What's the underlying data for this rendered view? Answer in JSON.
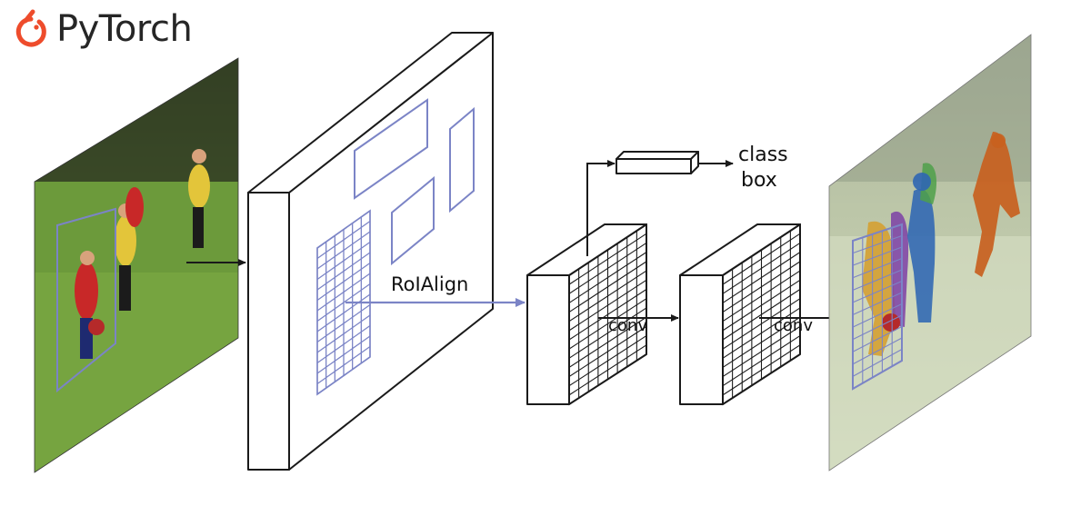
{
  "logo": {
    "text": "PyTorch",
    "icon": "pytorch-flame-icon",
    "color": "#EE4C2C"
  },
  "labels": {
    "roi_align": "RoIAlign",
    "conv_1": "conv",
    "conv_2": "conv",
    "class": "class",
    "box": "box"
  },
  "colors": {
    "roi_accent": "#7B84C6",
    "outline": "#1a1a1a"
  }
}
